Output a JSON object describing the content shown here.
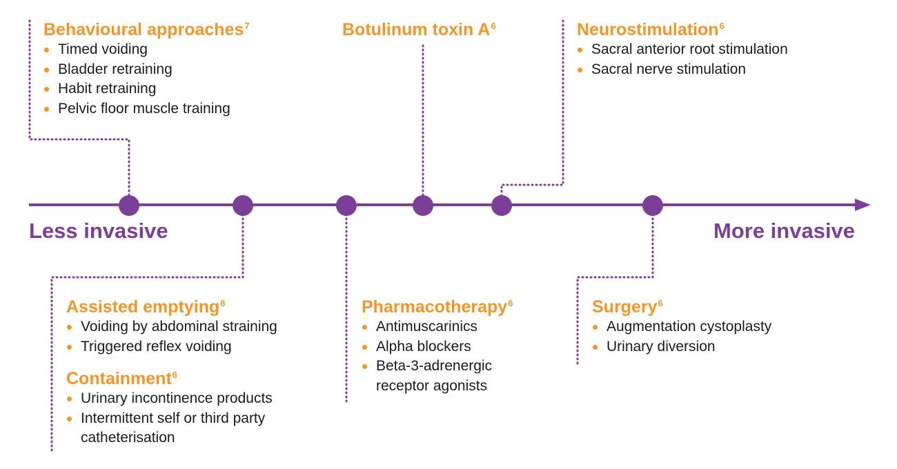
{
  "scale": {
    "left_label": "Less invasive",
    "right_label": "More invasive"
  },
  "groups": {
    "behavioural": {
      "title": "Behavioural approaches",
      "ref": "7",
      "items": [
        "Timed voiding",
        "Bladder retraining",
        "Habit retraining",
        "Pelvic floor muscle training"
      ]
    },
    "botulinum": {
      "title": "Botulinum toxin A",
      "ref": "6",
      "items": []
    },
    "neurostimulation": {
      "title": "Neurostimulation",
      "ref": "6",
      "items": [
        "Sacral anterior root stimulation",
        "Sacral nerve stimulation"
      ]
    },
    "assisted": {
      "title": "Assisted emptying",
      "ref": "6",
      "items": [
        "Voiding by abdominal straining",
        "Triggered reflex voiding"
      ]
    },
    "containment": {
      "title": "Containment",
      "ref": "6",
      "items": [
        "Urinary incontinence products",
        "Intermittent self or third party",
        "catheterisation"
      ]
    },
    "pharmacotherapy": {
      "title": "Pharmacotherapy",
      "ref": "6",
      "items": [
        "Antimuscarinics",
        "Alpha blockers",
        "Beta-3-adrenergic",
        "receptor agonists"
      ]
    },
    "surgery": {
      "title": "Surgery",
      "ref": "6",
      "items": [
        "Augmentation cystoplasty",
        "Urinary diversion"
      ]
    }
  },
  "colors": {
    "accent": "#f0962a",
    "timeline": "#7b3f98",
    "text": "#1a1a1a"
  }
}
